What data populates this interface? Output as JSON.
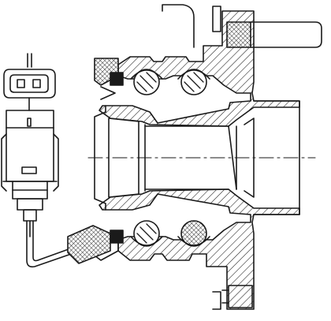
{
  "figure": {
    "subject": "wheel-hub-bearing-unit-with-abs-sensor",
    "view": "cross-section",
    "hatching": "diagonal",
    "stroke_color": "#1a1a1a",
    "background_color": "#ffffff"
  },
  "parts": {
    "connector": "abs-sensor-connector",
    "cable": "sensor-cable",
    "hub": "hub-flange",
    "stud": "wheel-stud",
    "bearing": "double-row-ball-bearing",
    "seals": "shaft-seals",
    "center_bore": "center-bore"
  }
}
